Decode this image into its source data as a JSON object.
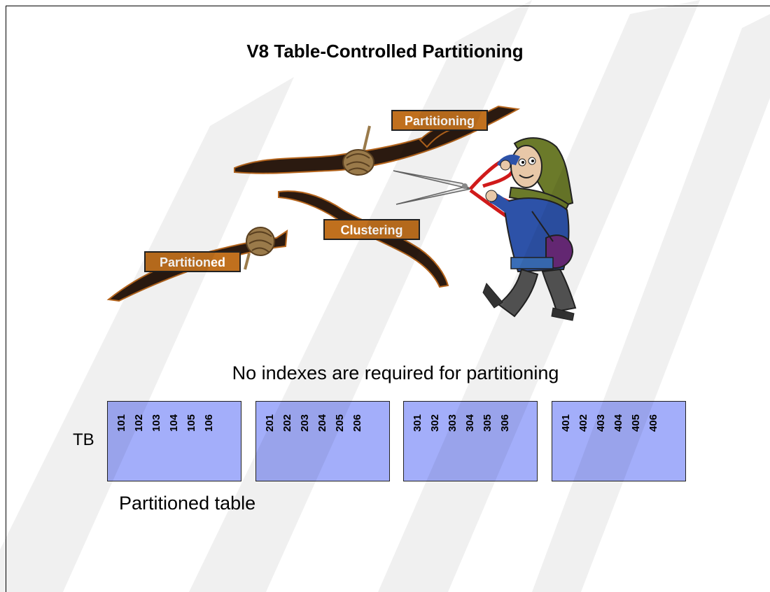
{
  "title": "V8 Table-Controlled Partitioning",
  "illustration": {
    "labels": {
      "partitioning": "Partitioning",
      "clustering": "Clustering",
      "partitioned": "Partitioned"
    },
    "colors": {
      "label_bg": "#c0701e",
      "branch": "#2b1a10",
      "rope": "#9a7a4a"
    }
  },
  "subtitle": "No indexes are required for partitioning",
  "table": {
    "row_label": "TB",
    "fill_color": "#a3aefa",
    "partitions": [
      {
        "rows": [
          "101",
          "102",
          "103",
          "104",
          "105",
          "106"
        ]
      },
      {
        "rows": [
          "201",
          "202",
          "203",
          "204",
          "205",
          "206"
        ]
      },
      {
        "rows": [
          "301",
          "302",
          "303",
          "304",
          "305",
          "306"
        ]
      },
      {
        "rows": [
          "401",
          "402",
          "403",
          "404",
          "405",
          "406"
        ]
      }
    ]
  },
  "caption": "Partitioned table"
}
